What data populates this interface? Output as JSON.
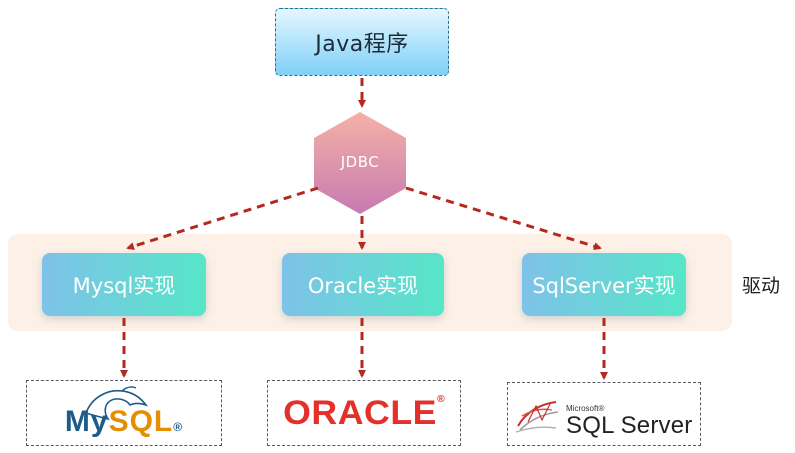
{
  "top": {
    "label": "Java程序"
  },
  "hub": {
    "label": "JDBC"
  },
  "band": {
    "label": "驱动"
  },
  "implementations": [
    {
      "label": "Mysql实现"
    },
    {
      "label": "Oracle实现"
    },
    {
      "label": "SqlServer实现"
    }
  ],
  "logos": {
    "mysql": {
      "part1": "My",
      "part2": "SQL",
      "tail": "®"
    },
    "oracle": {
      "word": "ORACLE",
      "tail": "®"
    },
    "sqlserver": {
      "company": "Microsoft®",
      "product": "SQL Server"
    }
  },
  "colors": {
    "arrow": "#b5281f",
    "hex_top": "#f3a6a0",
    "hex_bottom": "#c978a8"
  }
}
